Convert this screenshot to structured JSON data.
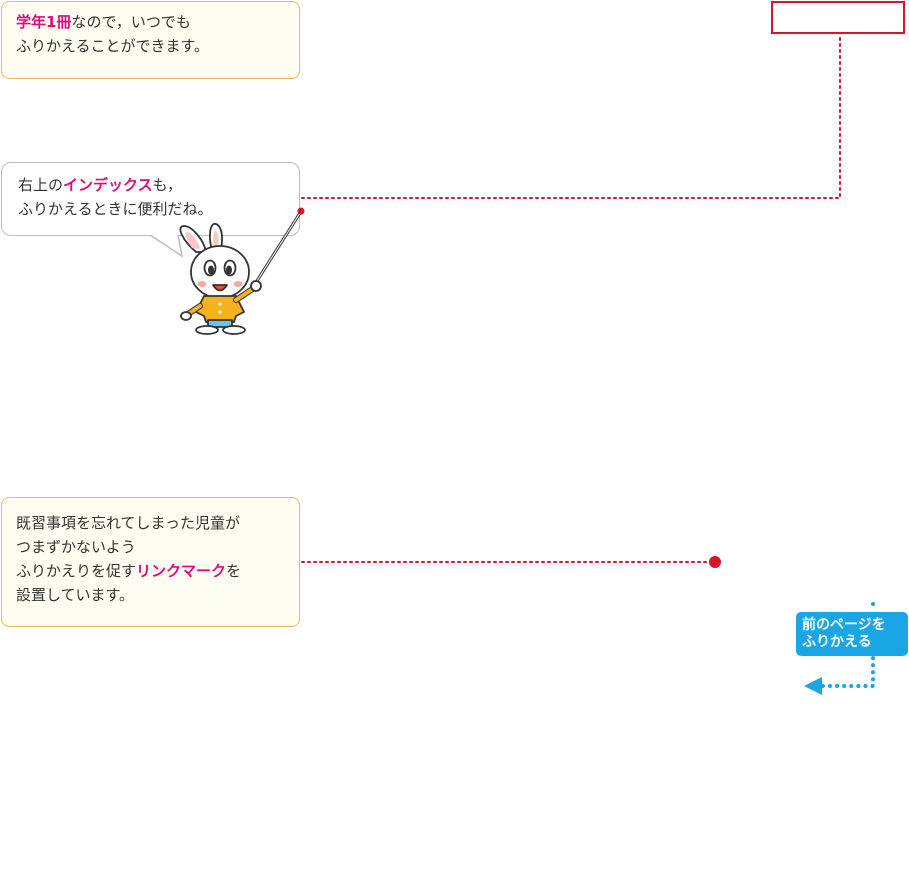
{
  "callout_top": {
    "highlight": "学年1冊",
    "rest_line1": "なので，いつでも",
    "line2": "ふりかえることができます。"
  },
  "bubble": {
    "line1_pre": "右上の",
    "line1_highlight": "インデックス",
    "line1_post": "も，",
    "line2": "ふりかえるときに便利だね。"
  },
  "callout_bottom": {
    "line1": "既習事項を忘れてしまった児童が",
    "line2": "つまずかないよう",
    "line3_pre": "ふりかえりを促す",
    "line3_highlight": "リンクマーク",
    "line3_post": "を",
    "line4": "設置しています。"
  },
  "nav_button": {
    "line1": "前のページを",
    "line2": "ふりかえる"
  },
  "colors": {
    "highlight": "#e2097a",
    "leader": "#d7142c",
    "button": "#1aa6e4",
    "box_border": "#e8bc62",
    "box_fill": "#fffdf1"
  }
}
